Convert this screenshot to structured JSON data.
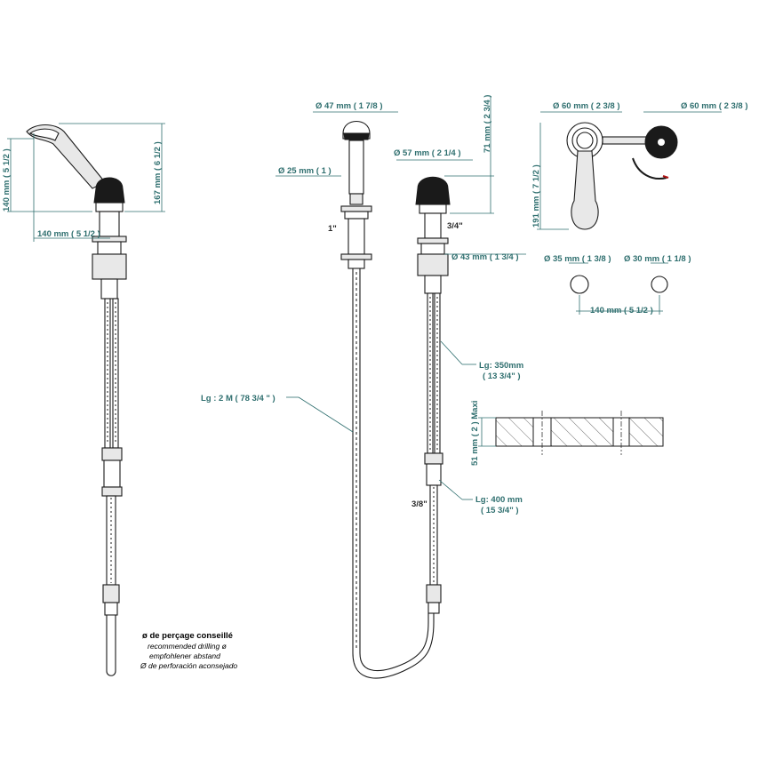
{
  "labels": {
    "d_47": "Ø 47 mm ( 1 7/8 )",
    "d_25": "Ø 25 mm ( 1 )",
    "d_57": "Ø 57 mm ( 2 1/4 )",
    "h_71": "71 mm ( 2 3/4 )",
    "thread_1": "1\"",
    "thread_34": "3/4\"",
    "d_43": "Ø 43 mm ( 1 3/4 )",
    "d_60_a": "Ø 60 mm ( 2 3/8 )",
    "d_60_b": "Ø 60 mm ( 2 3/8 )",
    "h_191": "191 mm ( 7 1/2 )",
    "d_35": "Ø 35 mm ( 1 3/8 )",
    "d_30": "Ø 30 mm ( 1 1/8 )",
    "w_140_holes": "140 mm ( 5 1/2 )",
    "h_140_left": "140 mm ( 5 1/2 )",
    "h_167": "167 mm ( 6 1/2 )",
    "w_140_left": "140 mm ( 5 1/2 )",
    "hose_lg2": "Lg : 2 M ( 78 3/4 \" )",
    "lg_350": "Lg: 350mm",
    "lg_350_in": "( 13 3/4\" )",
    "thickness_51": "51 mm ( 2 ) Maxi",
    "lg_400": "Lg: 400 mm",
    "lg_400_in": "( 15 3/4\" )",
    "thread_38": "3/8\""
  },
  "note": {
    "title": "ø de perçage conseillé",
    "line1": "recommended drilling ø",
    "line2": "empfohlener abstand",
    "line3": "Ø de perforación aconsejado"
  }
}
